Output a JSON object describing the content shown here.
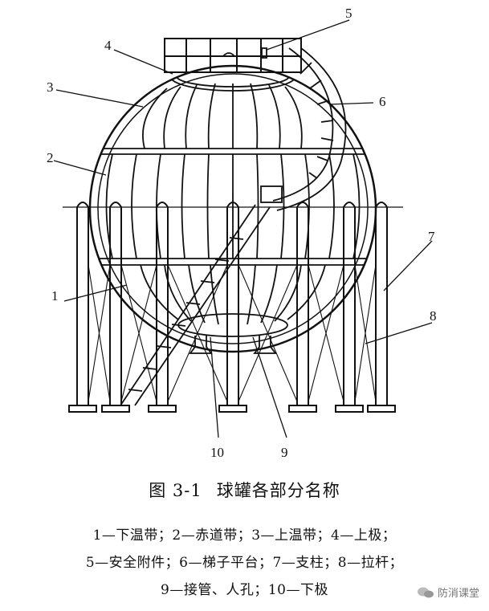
{
  "labels": [
    "1",
    "2",
    "3",
    "4",
    "5",
    "6",
    "7",
    "8",
    "9",
    "10"
  ],
  "caption": {
    "number": "图 3-1",
    "title": "球罐各部分名称"
  },
  "legend": {
    "line1": "1—下温带；2—赤道带；3—上温带；4—上极；",
    "line2": "5—安全附件；6—梯子平台；7—支柱；8—拉杆；",
    "line3": "9—接管、人孔；10—下极"
  },
  "watermark": "防消课堂"
}
